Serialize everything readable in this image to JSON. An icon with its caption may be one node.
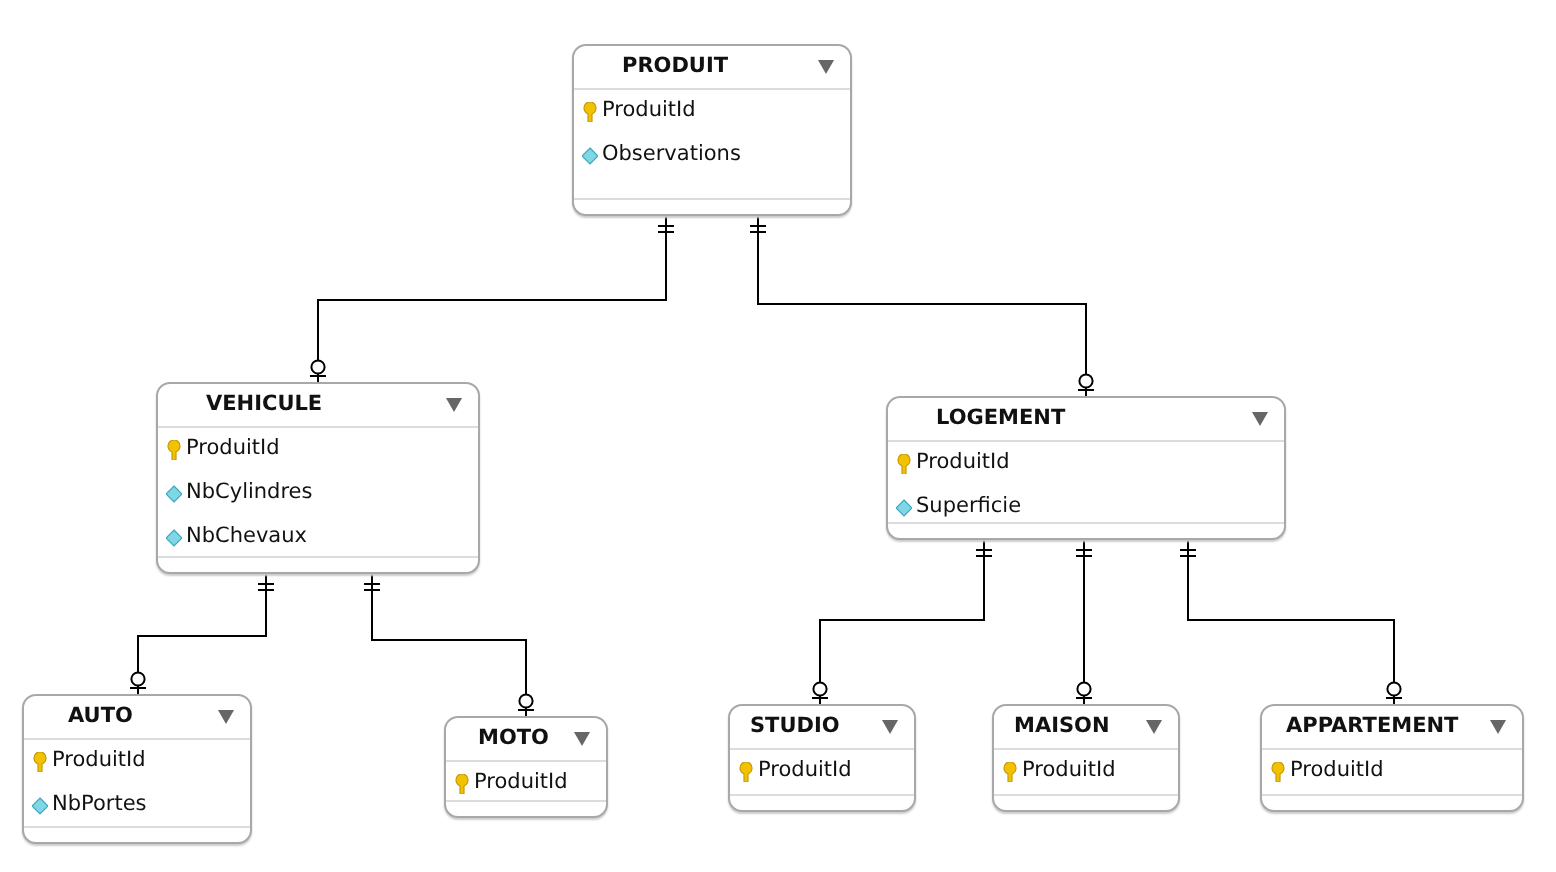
{
  "diagram": {
    "nodes": [
      {
        "text": [
          "PRODUIT",
          "ProduitId",
          "Observations"
        ]
      },
      {
        "text": [
          "VEHICULE",
          "ProduitId",
          "NbCylindres",
          "NbChevaux"
        ]
      },
      {
        "text": [
          "LOGEMENT",
          "ProduitId",
          "Superficie"
        ]
      },
      {
        "text": [
          "AUTO",
          "ProduitId",
          "NbPortes"
        ]
      },
      {
        "text": [
          "MOTO",
          "ProduitId"
        ]
      },
      {
        "text": [
          "STUDIO",
          "ProduitId"
        ]
      },
      {
        "text": [
          "MAISON",
          "ProduitId"
        ]
      },
      {
        "text": [
          "APPARTEMENT",
          "ProduitId"
        ]
      }
    ],
    "edges": [
      {
        "from": 0,
        "to": 1,
        "arrow": "other"
      },
      {
        "from": 0,
        "to": 2,
        "arrow": "other"
      },
      {
        "from": 1,
        "to": 3,
        "arrow": "other"
      },
      {
        "from": 1,
        "to": 4,
        "arrow": "other"
      },
      {
        "from": 2,
        "to": 5,
        "arrow": "other"
      },
      {
        "from": 2,
        "to": 6,
        "arrow": "other"
      },
      {
        "from": 2,
        "to": 7,
        "arrow": "other"
      }
    ]
  }
}
